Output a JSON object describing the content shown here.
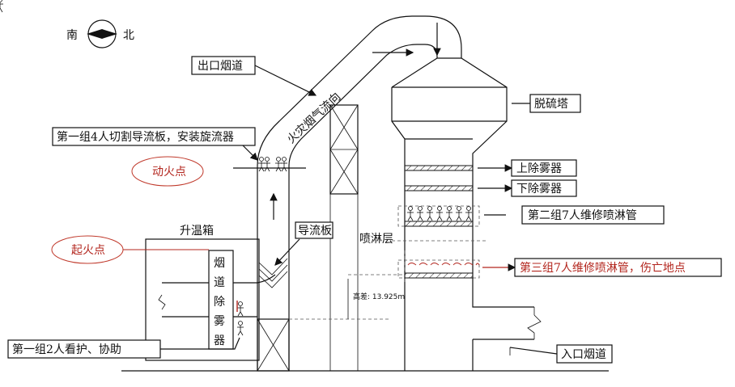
{
  "compass": {
    "left": "南",
    "right": "北"
  },
  "labels": {
    "outlet_flue": "出口烟道",
    "fire_smoke_flow": "火灾烟气流向",
    "desulfurization_tower": "脱硫塔",
    "group1_cut": "第一组4人切割导流板，安装旋流器",
    "hot_work_point": "动火点",
    "upper_demister": "上除雾器",
    "lower_demister": "下除雾器",
    "group2_repair": "第二组7人维修喷淋管",
    "heating_box": "升温箱",
    "guide_plate": "导流板",
    "spray_layer": "喷淋层",
    "fire_origin": "起火点",
    "group3_repair": "第三组7人维修喷淋管，伤亡地点",
    "flue_demister_c1": "烟",
    "flue_demister_c2": "道",
    "flue_demister_c3": "除",
    "flue_demister_c4": "雾",
    "flue_demister_c5": "器",
    "height_diff": "高差: 13.925m",
    "group1_guard": "第一组2人看护、协助",
    "inlet_flue": "入口烟道"
  },
  "colors": {
    "line": "#111111",
    "highlight": "#b3261e"
  }
}
